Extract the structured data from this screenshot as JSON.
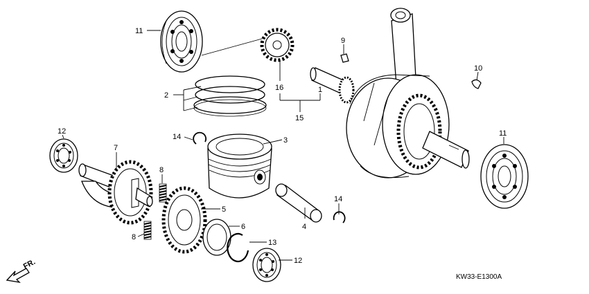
{
  "diagram": {
    "code": "KW33-E1300A",
    "direction_label": "FR.",
    "parts": [
      {
        "key": "p11a",
        "number": "11"
      },
      {
        "key": "p16",
        "number": "16"
      },
      {
        "key": "p9",
        "number": "9"
      },
      {
        "key": "p1",
        "number": "1"
      },
      {
        "key": "p15",
        "number": "15"
      },
      {
        "key": "p10",
        "number": "10"
      },
      {
        "key": "p2",
        "number": "2"
      },
      {
        "key": "p14a",
        "number": "14"
      },
      {
        "key": "p3",
        "number": "3"
      },
      {
        "key": "p12a",
        "number": "12"
      },
      {
        "key": "p7",
        "number": "7"
      },
      {
        "key": "p8a",
        "number": "8"
      },
      {
        "key": "p11b",
        "number": "11"
      },
      {
        "key": "p5",
        "number": "5"
      },
      {
        "key": "p6",
        "number": "6"
      },
      {
        "key": "p14b",
        "number": "14"
      },
      {
        "key": "p4",
        "number": "4"
      },
      {
        "key": "p8b",
        "number": "8"
      },
      {
        "key": "p13",
        "number": "13"
      },
      {
        "key": "p12b",
        "number": "12"
      }
    ]
  }
}
